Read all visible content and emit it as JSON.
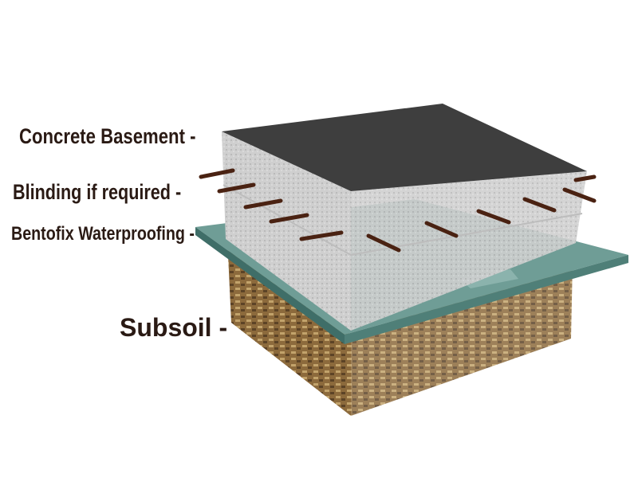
{
  "labels": {
    "concrete": "Concrete Basement -",
    "blinding": "Blinding if required -",
    "waterproofing": "Bentofix Waterproofing -",
    "subsoil": "Subsoil -"
  },
  "colors": {
    "concrete_top": "#3e3e3e",
    "concrete_side": "#c9c9c9",
    "membrane": "#5f8f88",
    "soil": "#9a7a4a",
    "rebar": "#4a2212",
    "text": "#2a1a14"
  }
}
